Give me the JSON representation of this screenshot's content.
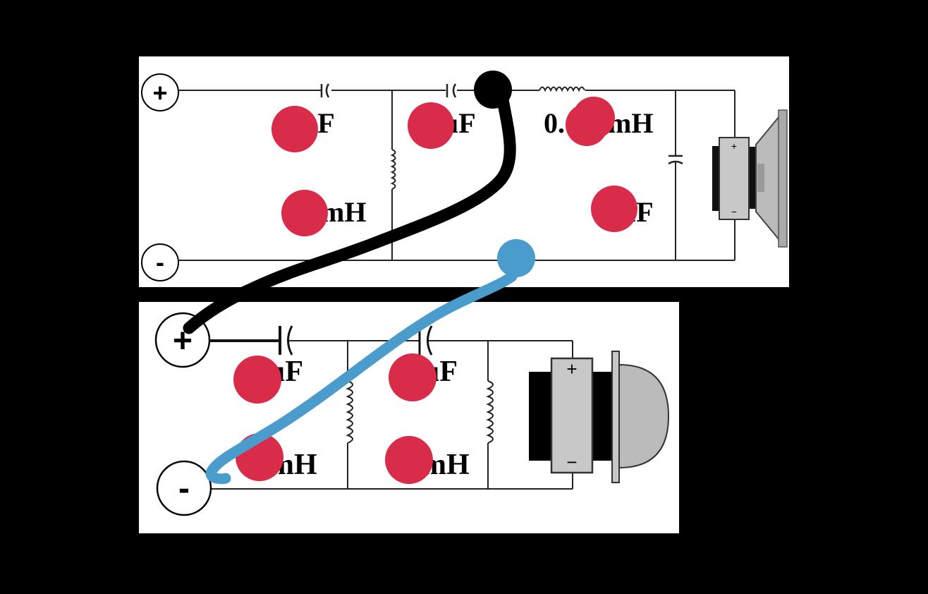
{
  "colors": {
    "background": "#000000",
    "panel": "#ffffff",
    "marker": "#d92b4a",
    "black_wire": "#000000",
    "blue_wire": "#4a9ccc"
  },
  "woofer": {
    "terminal_plus": "+",
    "terminal_minus": "-",
    "labels": {
      "c1": "uF",
      "c2": "uF",
      "l_series": "0.",
      "l_series_suffix": "mH",
      "l_shunt": "mH",
      "c_shunt": "uF"
    },
    "driver_plus": "+",
    "driver_minus": "−"
  },
  "tweeter": {
    "terminal_plus": "+",
    "terminal_minus": "-",
    "labels": {
      "c1": "uF",
      "c2": "uF",
      "l1": "mH",
      "l2": "mH"
    },
    "driver_plus": "+",
    "driver_minus": "−"
  }
}
